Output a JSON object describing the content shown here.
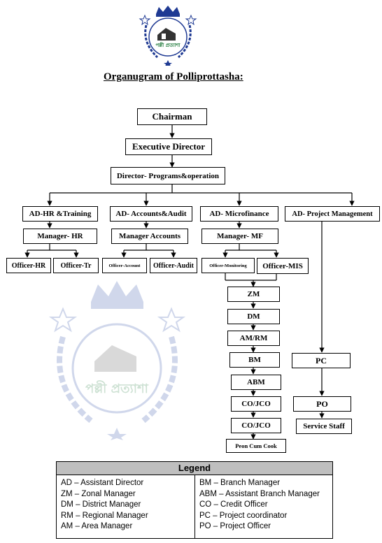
{
  "title": "Organugram of Polliprottasha:",
  "logo": {
    "lettering": "পল্লী প্রত্যাশা"
  },
  "nodes": {
    "chairman": "Chairman",
    "ed": "Executive Director",
    "director": "Director- Programs&operation",
    "ad_hr": "AD-HR &Training",
    "ad_acc": "AD- Accounts&Audit",
    "ad_mf": "AD- Microfinance",
    "ad_pm": "AD- Project Management",
    "mgr_hr": "Manager- HR",
    "mgr_acc": "Manager Accounts",
    "mgr_mf": "Manager- MF",
    "off_hr": "Officer-HR",
    "off_tr": "Officer-Tr",
    "off_acc": "Officer-Account",
    "off_audit": "Officer-Audit",
    "off_mon": "Officer-Monitoring",
    "off_mis": "Officer-MIS",
    "zm": "ZM",
    "dm": "DM",
    "amrm": "AM/RM",
    "bm": "BM",
    "abm": "ABM",
    "co1": "CO/JCO",
    "co2": "CO/JCO",
    "peon": "Peon Cum Cook",
    "pc": "PC",
    "po": "PO",
    "staff": "Service Staff"
  },
  "legend": {
    "title": "Legend",
    "left": [
      "AD – Assistant Director",
      "ZM – Zonal Manager",
      "DM – District Manager",
      "RM – Regional Manager",
      "AM – Area Manager"
    ],
    "right": [
      "BM – Branch Manager",
      "ABM – Assistant Branch Manager",
      "CO – Credit Officer",
      "PC – Project coordinator",
      "PO – Project Officer"
    ]
  }
}
